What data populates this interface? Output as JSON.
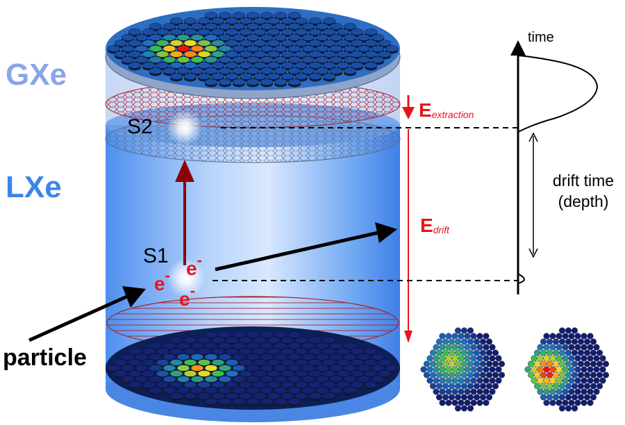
{
  "phases": {
    "gas": "GXe",
    "liquid": "LXe"
  },
  "signals": {
    "s1": "S1",
    "s2": "S2"
  },
  "fields": {
    "symbol": "E",
    "extraction_sub": "extraction",
    "drift_sub": "drift"
  },
  "electrons": {
    "symbol": "e",
    "charge": "-"
  },
  "particle_label": "particle",
  "waveform": {
    "time_label": "time",
    "drift_line1": "drift time",
    "drift_line2": "(depth)"
  },
  "colors": {
    "gas_label": "#8aa5e8",
    "liquid_label": "#3a86e8",
    "field_red": "#e8141b",
    "arrow_darkred": "#8b0000",
    "grid_red": "#a8202a",
    "pmt_top": "#1f5fa8",
    "pmt_bottom": "#0f2a6e",
    "liquid_fill": "#4a8ef0"
  },
  "icons": {
    "pmt_hit_map_top": "pmt-hit-map-top-icon",
    "pmt_hit_map_bottom": "pmt-hit-map-bottom-icon"
  }
}
